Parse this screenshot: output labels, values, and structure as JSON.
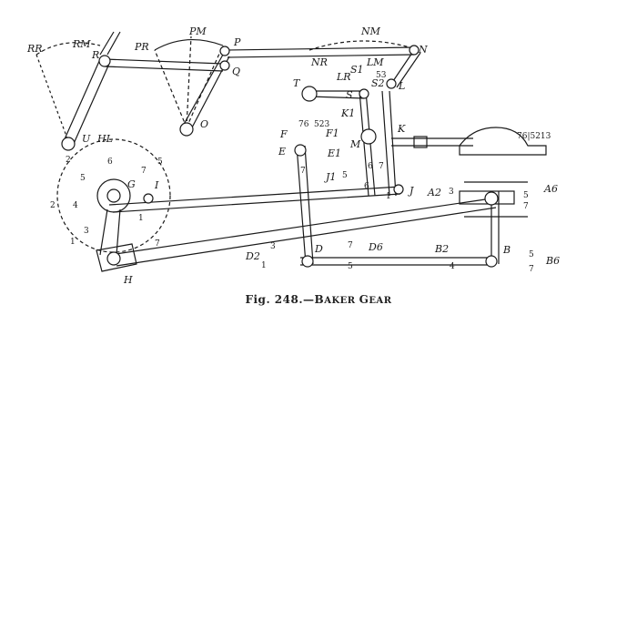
{
  "figure": {
    "caption_prefix": "Fig. 248.—",
    "caption_title_first": "B",
    "caption_title_rest": "aker ",
    "caption_title_first2": "G",
    "caption_title_rest2": "ear"
  },
  "labels": {
    "RR": "RR",
    "RM": "RM",
    "R": "R",
    "PR": "PR",
    "PM": "PM",
    "P": "P",
    "Q": "Q",
    "O": "O",
    "NM": "NM",
    "N": "N",
    "NR": "NR",
    "LR": "LR",
    "LM": "LM",
    "S1": "S1",
    "S2": "S2",
    "S": "S",
    "L": "L",
    "T": "T",
    "K1": "K1",
    "K": "K",
    "M": "M",
    "F": "F",
    "F1": "F1",
    "E": "E",
    "E1": "E1",
    "U": "U",
    "HL": "HL",
    "G": "G",
    "I": "I",
    "J": "J",
    "J1": "J1",
    "A2": "A2",
    "A6": "A6",
    "D": "D",
    "D2": "D2",
    "D6": "D6",
    "B": "B",
    "B2": "B2",
    "B6": "B6",
    "H": "H",
    "n1": "1",
    "n2": "2",
    "n3": "3",
    "n4": "4",
    "n5": "5",
    "n6": "6",
    "n7": "7",
    "s523": "523",
    "s76": "76",
    "s53": "53",
    "s76521": "76|5213"
  },
  "colors": {
    "ink": "#1a1a1a",
    "paper": "#ffffff"
  }
}
